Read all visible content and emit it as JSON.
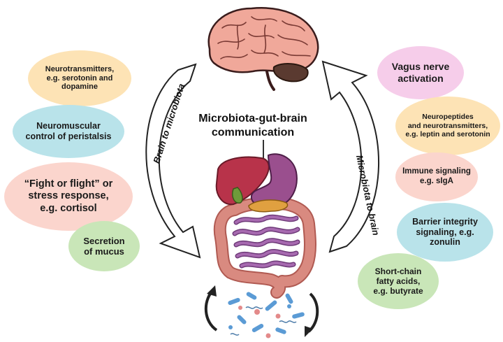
{
  "title": {
    "line1": "Microbiota-gut-brain",
    "line2": "communication"
  },
  "arrows": {
    "left_label": "Brain to microbiota",
    "right_label": "Microbiota to brain"
  },
  "left_bubbles": [
    {
      "lines": [
        "Neurotransmitters,",
        "e.g. serotonin and",
        "dopamine"
      ],
      "color": "#fde3b5"
    },
    {
      "lines": [
        "Neuromuscular",
        "control of peristalsis"
      ],
      "color": "#b9e3ea"
    },
    {
      "lines": [
        "“Fight or flight” or",
        "stress response,",
        "e.g. cortisol"
      ],
      "color": "#fbd5cd"
    },
    {
      "lines": [
        "Secretion",
        "of mucus"
      ],
      "color": "#c9e6b8"
    }
  ],
  "right_bubbles": [
    {
      "lines": [
        "Vagus nerve",
        "activation"
      ],
      "color": "#f6cdea"
    },
    {
      "lines": [
        "Neuropeptides",
        "and neurotransmitters,",
        "e.g. leptin and serotonin"
      ],
      "color": "#fde3b5"
    },
    {
      "lines": [
        "Immune signaling",
        "e.g. sIgA"
      ],
      "color": "#fbd5cd"
    },
    {
      "lines": [
        "Barrier integrity",
        "signaling, e.g.",
        "zonulin"
      ],
      "color": "#b9e3ea"
    },
    {
      "lines": [
        "Short-chain",
        "fatty acids,",
        "e.g. butyrate"
      ],
      "color": "#c9e6b8"
    }
  ],
  "colors": {
    "brain": "#f0a89a",
    "brain_outline": "#3a1c1c",
    "cerebellum": "#5a3a30",
    "liver": "#b8334a",
    "stomach": "#9a4f8e",
    "pancreas": "#e0a040",
    "gallbladder": "#6e9a3a",
    "colon": "#d98a80",
    "small_intestine": "#9a60a0",
    "arrow_fill": "#ffffff",
    "arrow_stroke": "#222222",
    "bacteria_blue": "#5b9bd5",
    "bacteria_pink": "#e38a8a"
  }
}
